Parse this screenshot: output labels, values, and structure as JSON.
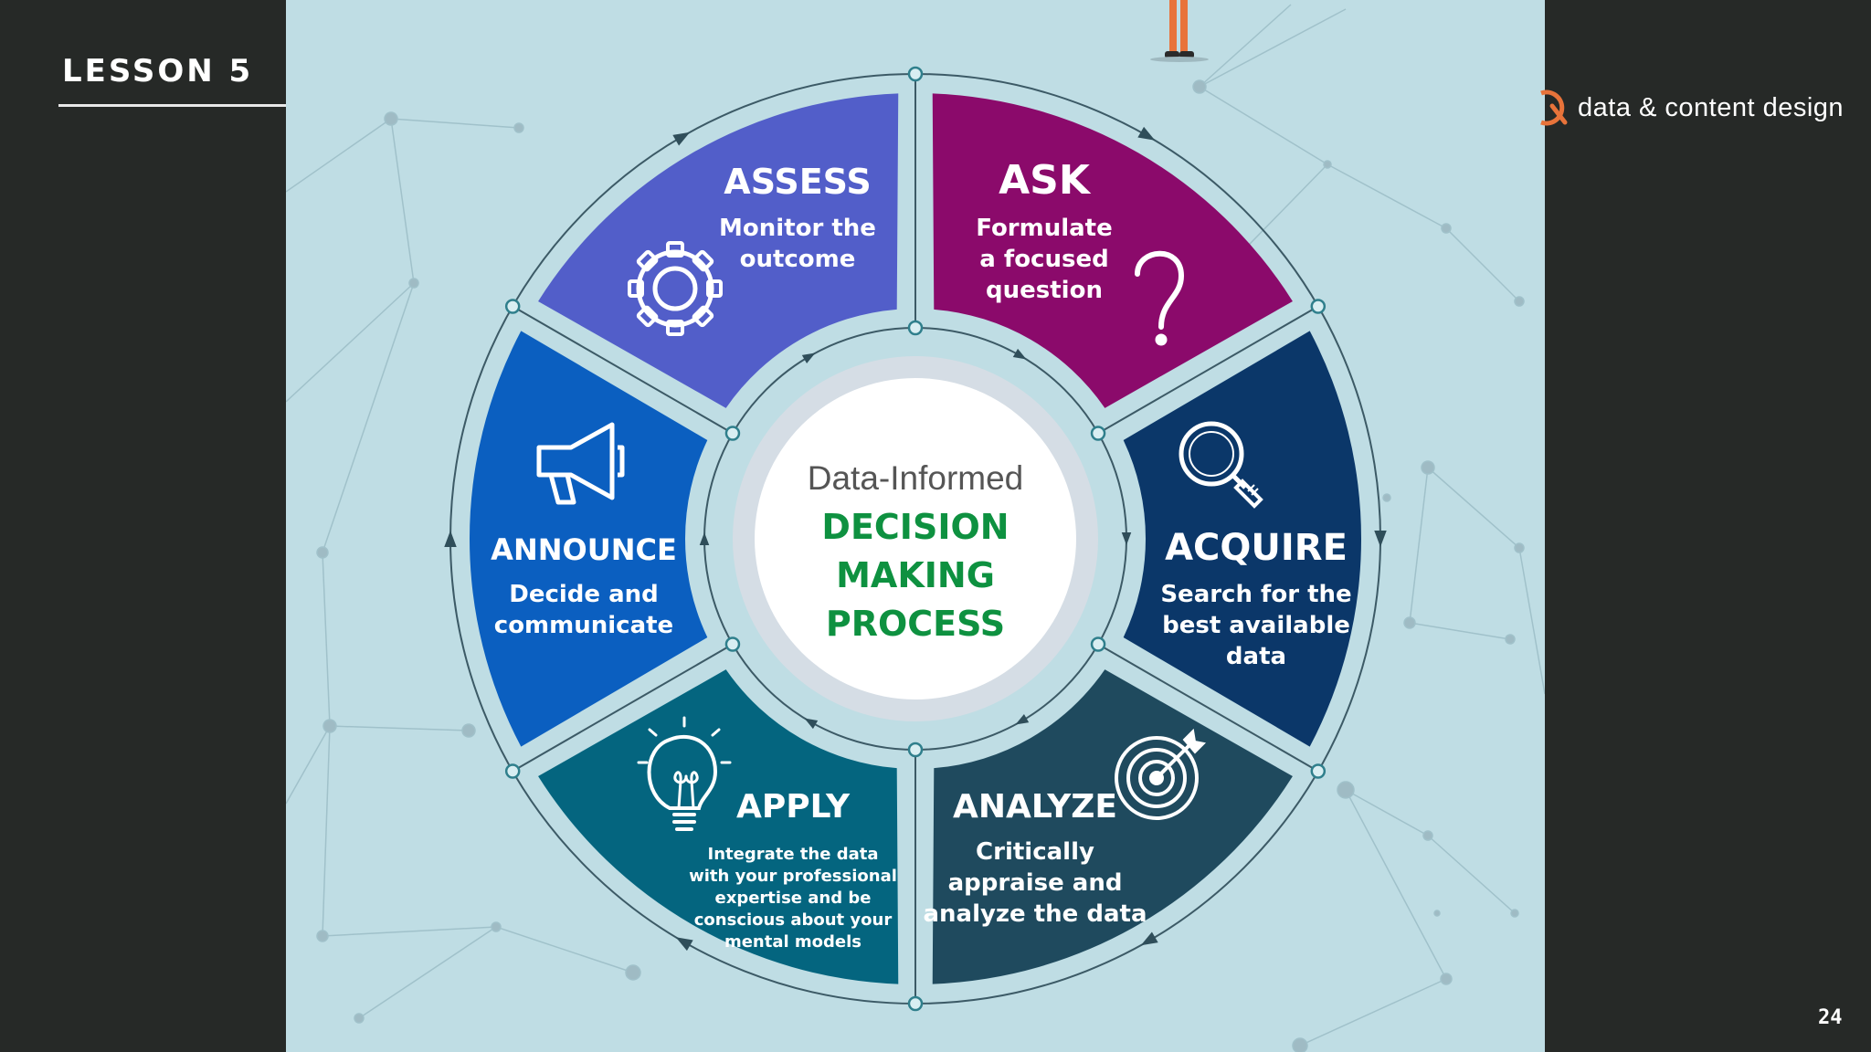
{
  "lesson": "LESSON 5",
  "brand": "data & content design",
  "page_number": "24",
  "center": {
    "line1": "Data-Informed",
    "line2": "DECISION",
    "line3": "MAKING",
    "line4": "PROCESS"
  },
  "steps": [
    {
      "title": "ASK",
      "desc": [
        "Formulate",
        "a focused",
        "question"
      ],
      "color": "#8b0a6b",
      "icon": "question-mark-icon"
    },
    {
      "title": "ACQUIRE",
      "desc": [
        "Search for the",
        "best available",
        "data"
      ],
      "color": "#0b3769",
      "icon": "magnifier-icon"
    },
    {
      "title": "ANALYZE",
      "desc": [
        "Critically",
        "appraise and",
        "analyze the data"
      ],
      "color": "#1f4a5e",
      "icon": "target-icon"
    },
    {
      "title": "APPLY",
      "desc": [
        "Integrate the data",
        "with your professional",
        "expertise and be",
        "conscious about your",
        "mental models"
      ],
      "color": "#04657f",
      "icon": "lightbulb-icon"
    },
    {
      "title": "ANNOUNCE",
      "desc": [
        "Decide and",
        "communicate"
      ],
      "color": "#0b5fc0",
      "icon": "megaphone-icon"
    },
    {
      "title": "ASSESS",
      "desc": [
        "Monitor the",
        "outcome"
      ],
      "color": "#525ec9",
      "icon": "gear-icon"
    }
  ],
  "colors": {
    "center_green": "#0e9140",
    "center_gray": "#555555",
    "ring_line": "#3c5a66",
    "node": "#2fb6bd"
  }
}
